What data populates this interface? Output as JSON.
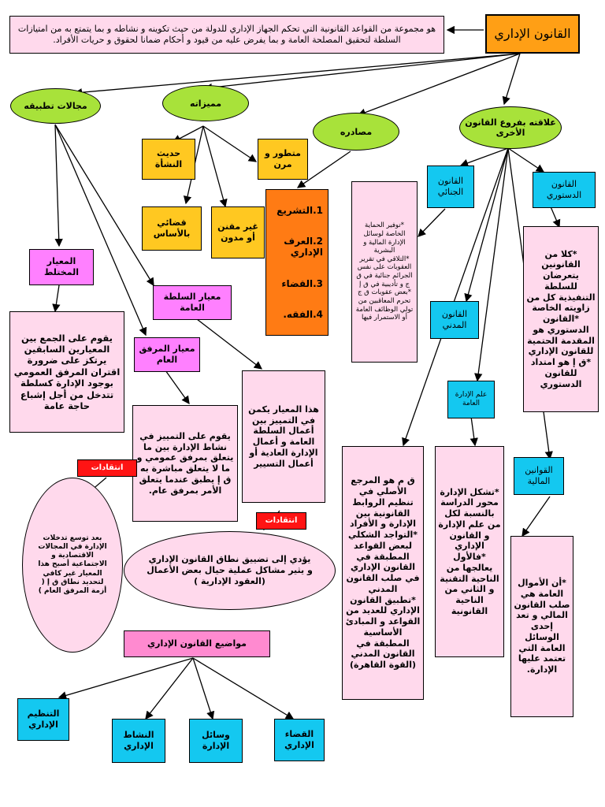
{
  "title": "القانون الإداري",
  "definition": "هو مجموعة من القواعد القانونية التي تحكم الجهاز الإداري للدولة من حيث تكوينه و نشاطه و بما يتمتع به من امتيازات السلطة لتحقيق المصلحة العامة و بما يفرض عليه من قيود و أحكام ضمانا لحقوق و حريات الأفراد.",
  "branches": {
    "fields": "مجالات تطبيقه",
    "features": "مميزاته",
    "sources": "مصادره",
    "relations": "علاقته بفروع القانون الأخرى"
  },
  "features": {
    "modern": "حديث النشأة",
    "evolving": "متطور و مرن",
    "judicial": "قضائي بالأساس",
    "uncodified": "غير مقنن أو مدون"
  },
  "sources_list": {
    "s1": "1.التشريع",
    "s2": "2.العرف الإداري",
    "s3": "3.القضاء",
    "s4": "4.الفقه."
  },
  "criteria": {
    "mixed": "المعيار المختلط",
    "mixed_desc": "يقوم على الجمع بين المعيارين السابقين يرتكز على ضرورة اقتران المرفق العمومي بوجود الإدارة كسلطة تتدخل من أجل إشباع حاجة عامة",
    "public_authority": "معيار السلطة العامة",
    "public_authority_desc": "هذا المعيار يكمن في التمييز بين أعمال السلطة العامة و أعمال الإدارة العادية أو أعمال التسيير",
    "public_service": "معيار المرفق العام",
    "public_service_desc": "يقوم على التمييز في نشاط الإدارة بين ما يتعلق بمرفق عمومي و ما لا يتعلق مباشرة به\nق إ يطبق عندما يتعلق الأمر بمرفق عام."
  },
  "criticism_label": "انتقادات",
  "criticism1": "بعد توسع تدخلات الإدارة في المجالات الاقتصادية و الاجتماعية أصبح هذا المعيار غير كافي لتحديد نطاق ق إ ( أزمة المرفق العام )",
  "criticism2": "يؤدي إلى تضييق نطاق القانون الإداري و يثير مشاكل عملية حيال بعض الأعمال (العقود الإدارية )",
  "topics": {
    "title": "مواضيع القانون الإداري",
    "organization": "التنظيم الإداري",
    "activity": "النشاط الإداري",
    "means": "وسائل الإدارة",
    "judiciary": "القضاء الإداري"
  },
  "relations": {
    "criminal": "القانون الجنائي",
    "criminal_desc": "*توفير الحماية الخاصة لوسائل الإدارة المالية و البشرية\n*التلاقي في تقرير العقوبات على نفس الجرائم جنائية في ق ج و تأديبية في ق إ\n*بعض عقوبات ق ج تحرم المعاقبين من تولي الوظائف العامة أو الاستمرار فيها",
    "constitutional": "القانون الدستوري",
    "constitutional_desc": "*كلا من القانونين يتعرضان للسلطة التنفيذية كل من زاويته الخاصة\n*القانون الدستوري هو المقدمة الحتمية للقانون الإداري\n*ق إ هو امتداد للقانون الدستوري",
    "civil": "القانون المدني",
    "civil_desc": "ق م هو المرجع الأصلي في تنظيم الروابط القانونية بين الإدارة و الأفراد\n*التواجد الشكلي لبعض القواعد المطبقة في القانون الإداري في صلب القانون المدني\n*تطبيق القانون الإداري للعديد من القواعد و المبادئ الأساسية المطبقة في القانون المدني (القوة القاهرة)",
    "admin_science": "علم الإدارة العامة",
    "admin_science_desc": "*تشكل الإدارة محور الدراسة بالنسبة لكل من علم الإدارة و القانون الإداري\n*فالأول يعالجها من الناحية التقنية و الثاني من الناحية القانونية",
    "financial": "القوانين المالية",
    "financial_desc": "*أن الأموال العامة هي صلب القانون المالي و تعد إحدى الوسائل العامة التي تعتمد عليها الإدارة."
  },
  "colors": {
    "title_box": "#ff9f15",
    "ellipse": "#a8e23a",
    "pink": "#ffd9ec",
    "magenta": "#ff80ff",
    "yellow": "#ffc821",
    "cyan": "#14c8f0",
    "orange": "#ff7b14",
    "red": "#ff1414"
  }
}
